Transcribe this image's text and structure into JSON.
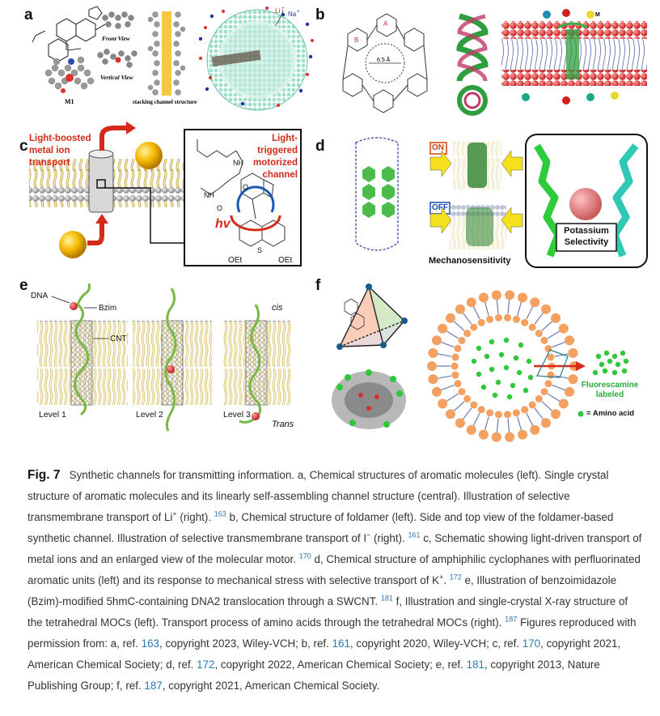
{
  "panels": {
    "a": {
      "letter": "a",
      "labels": {
        "molecule": "M1",
        "front_view": "Front View",
        "vertical_view": "Vertical View",
        "stacking": "stacking channel structure",
        "li_ion": "Li",
        "li_charge": "+",
        "na_ion": "Na",
        "na_charge": "+"
      }
    },
    "b": {
      "letter": "b",
      "labels": {
        "pore": "6.5 Å",
        "ring_a": "A",
        "ring_b": "B",
        "metal": "M"
      }
    },
    "c": {
      "letter": "c",
      "labels": {
        "light_boosted": "Light-boosted\nmetal ion\ntransport",
        "light_triggered": "Light-triggered\nmotorized\nchannel",
        "hv": "hv",
        "oet_left": "OEt",
        "oet_right": "OEt",
        "nh1": "NH",
        "nh2": "NH",
        "o1": "O",
        "o2": "O",
        "s": "S"
      }
    },
    "d": {
      "letter": "d",
      "labels": {
        "on": "ON",
        "off": "OFF",
        "mechano": "Mechanosensitivity",
        "potassium": "Potassium\nSelectivity"
      }
    },
    "e": {
      "letter": "e",
      "labels": {
        "dna": "DNA",
        "bzim": "Bzim",
        "cnt": "CNT",
        "cis": "cis",
        "trans": "Trans",
        "level1": "Level 1",
        "level2": "Level 2",
        "level3": "Level 3"
      }
    },
    "f": {
      "letter": "f",
      "labels": {
        "fluorescamine": "Fluorescamine\nlabeled",
        "amino_acid": "= Amino acid"
      }
    }
  },
  "caption": {
    "figure_label": "Fig. 7",
    "parts": [
      {
        "t": "Synthetic channels for transmitting information. a, Chemical structures of aromatic molecules (left). Single crystal structure of aromatic molecules and its linearly self-assembling channel structure (central). Illustration of selective transmembrane transport of Li"
      },
      {
        "sup": "+"
      },
      {
        "t": " (right). "
      },
      {
        "ref_sup": "163"
      },
      {
        "t": " b, Chemical structure of foldamer (left). Side and top view of the foldamer-based synthetic channel. Illustration of selective transmembrane transport of I"
      },
      {
        "sup": "−"
      },
      {
        "t": " (right). "
      },
      {
        "ref_sup": "161"
      },
      {
        "t": " c, Schematic showing light-driven transport of metal ions and an enlarged view of the molecular motor. "
      },
      {
        "ref_sup": "170"
      },
      {
        "t": " d, Chemical structure of amphiphilic cyclophanes with perfluorinated aromatic units (left) and its response to mechanical stress with selective transport of K"
      },
      {
        "sup": "+"
      },
      {
        "t": ". "
      },
      {
        "ref_sup": "172"
      },
      {
        "t": " e, Illustration of benzoimidazole (Bzim)-modified 5hmC-containing DNA2 translocation through a SWCNT. "
      },
      {
        "ref_sup": "181"
      },
      {
        "t": " f, Illustration and single-crystal X-ray structure of the tetrahedral MOCs (left). Transport process of amino acids through the tetrahedral MOCs (right). "
      },
      {
        "ref_sup": "187"
      },
      {
        "t": " Figures reproduced with permission from: a, ref. "
      },
      {
        "ref": "163"
      },
      {
        "t": ", copyright 2023, Wiley-VCH; b, ref. "
      },
      {
        "ref": "161"
      },
      {
        "t": ", copyright 2020, Wiley-VCH; c, ref. "
      },
      {
        "ref": "170"
      },
      {
        "t": ", copyright 2021, American Chemical Society; d, ref. "
      },
      {
        "ref": "172"
      },
      {
        "t": ", copyright 2022, American Chemical Society; e, ref. "
      },
      {
        "ref": "181"
      },
      {
        "t": ", copyright 2013, Nature Publishing Group; f, ref. "
      },
      {
        "ref": "187"
      },
      {
        "t": ", copyright 2021, American Chemical Society."
      }
    ]
  },
  "colors": {
    "link": "#2a7ab5",
    "accent_red": "#e0321e",
    "channel_green": "#2e9e3e",
    "membrane_red": "#e23b3b",
    "teal": "#8fd6c4"
  }
}
